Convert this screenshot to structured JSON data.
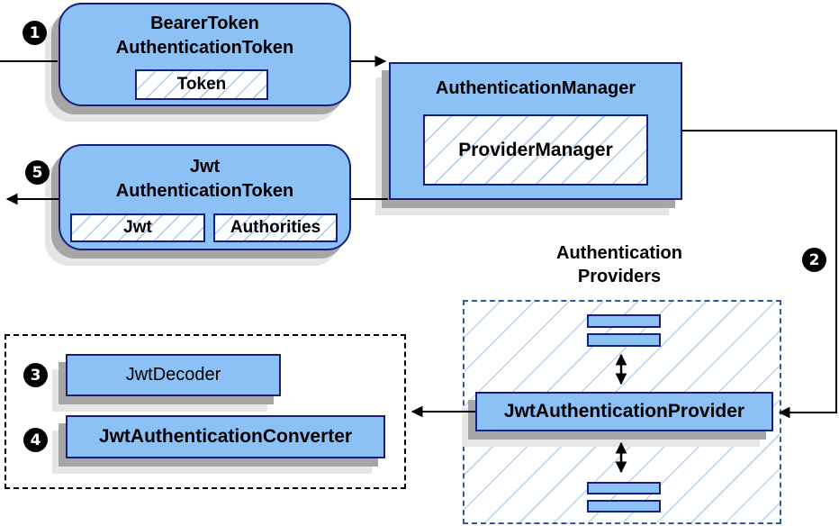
{
  "badges": {
    "step1": "1",
    "step2": "2",
    "step3": "3",
    "step4": "4",
    "step5": "5"
  },
  "nodes": {
    "bearer_token": {
      "title_line1": "BearerToken",
      "title_line2": "AuthenticationToken",
      "token_label": "Token"
    },
    "authentication_manager": {
      "title": "AuthenticationManager",
      "provider_manager_label": "ProviderManager"
    },
    "jwt_authentication_token": {
      "title_line1": "Jwt",
      "title_line2": "AuthenticationToken",
      "jwt_label": "Jwt",
      "authorities_label": "Authorities"
    },
    "authentication_providers": {
      "title_line1": "Authentication",
      "title_line2": "Providers"
    },
    "jwt_authentication_provider": {
      "title": "JwtAuthenticationProvider"
    },
    "jwt_decoder": {
      "title": "JwtDecoder"
    },
    "jwt_authentication_converter": {
      "title": "JwtAuthenticationConverter"
    }
  },
  "colors": {
    "node_fill": "#8cc1f6",
    "node_border": "#15207c",
    "hatch_line": "#a9cbee",
    "group_dash_border": "#35599c",
    "dotted_group_border": "#000000",
    "shadow_dark": "#a6a6a6",
    "shadow_light": "#e6e6e6",
    "arrow": "#000000",
    "badge_bg": "#000000",
    "badge_text": "#ffffff"
  }
}
